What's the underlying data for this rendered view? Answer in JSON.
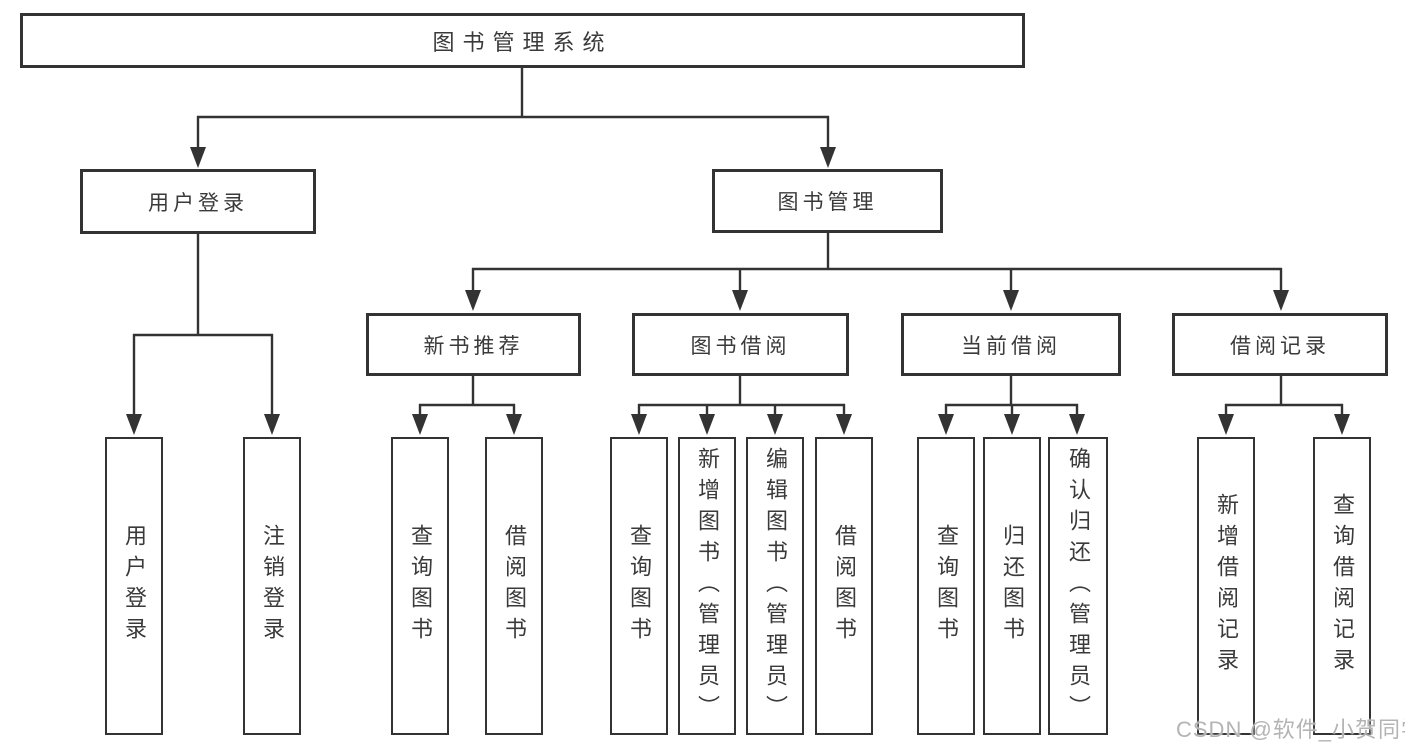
{
  "title": "图书管理系统",
  "nodes": {
    "level2": [
      {
        "label": "用户登录"
      },
      {
        "label": "图书管理"
      }
    ],
    "level3": [
      {
        "label": "新书推荐"
      },
      {
        "label": "图书借阅"
      },
      {
        "label": "当前借阅"
      },
      {
        "label": "借阅记录"
      }
    ],
    "leaves": {
      "user_login": [
        "用户登录",
        "注销登录"
      ],
      "new_book_recommend": [
        "查询图书",
        "借阅图书"
      ],
      "book_borrow": [
        "查询图书",
        "新增图书（管理员）",
        "编辑图书（管理员）",
        "借阅图书"
      ],
      "current_borrow": [
        "查询图书",
        "归还图书",
        "确认归还（管理员）"
      ],
      "borrow_records": [
        "新增借阅记录",
        "查询借阅记录"
      ]
    }
  },
  "watermark": "CSDN @软件_小贺同学",
  "colors": {
    "line": "#333333",
    "text": "#3a3a3a",
    "watermark": "#b4b4b4",
    "background": "#ffffff"
  }
}
